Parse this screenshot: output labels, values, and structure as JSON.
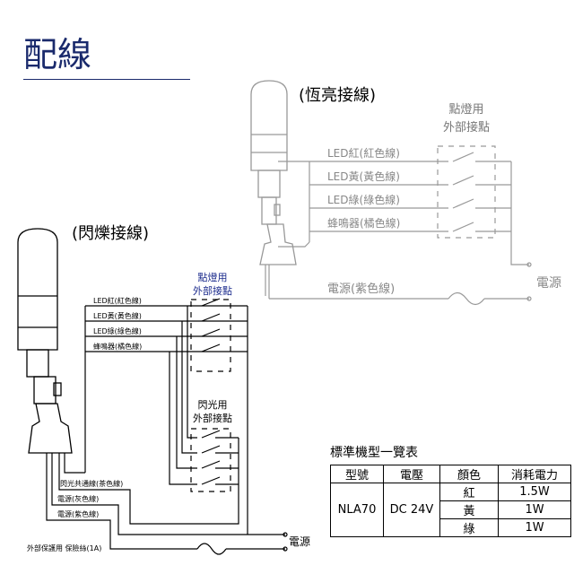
{
  "title": "配線",
  "steady": {
    "heading": "(恆亮接線)",
    "contact_label": [
      "點燈用",
      "外部接點"
    ],
    "wires": [
      "LED紅(紅色線)",
      "LED黃(黃色線)",
      "LED綠(綠色線)",
      "蜂鳴器(橘色線)"
    ],
    "power_wire": "電源(紫色線)",
    "power": "電源"
  },
  "flash": {
    "heading": "(閃爍接線)",
    "contact_label": [
      "點燈用",
      "外部接點"
    ],
    "flash_contact_label": [
      "閃光用",
      "外部接點"
    ],
    "wires": [
      "LED紅(紅色線)",
      "LED黃(黃色線)",
      "LED綠(綠色線)",
      "蜂鳴器(橘色線)"
    ],
    "bottom_wires": [
      "閃光共通線(茶色線)",
      "電源(灰色線)",
      "電源(紫色線)",
      "外部保護用 保險絲(1A)"
    ],
    "power": "電源"
  },
  "table": {
    "title": "標準機型一覽表",
    "headers": [
      "型號",
      "電壓",
      "顏色",
      "消耗電力"
    ],
    "model": "NLA70",
    "voltage": "DC 24V",
    "rows": [
      {
        "color": "紅",
        "power": "1.5W"
      },
      {
        "color": "黃",
        "power": "1W"
      },
      {
        "color": "綠",
        "power": "1W"
      }
    ]
  },
  "colors": {
    "title": "#1a2a6c",
    "steady_wire": "#999999",
    "contact_label_blue": "#1a2a8c"
  }
}
